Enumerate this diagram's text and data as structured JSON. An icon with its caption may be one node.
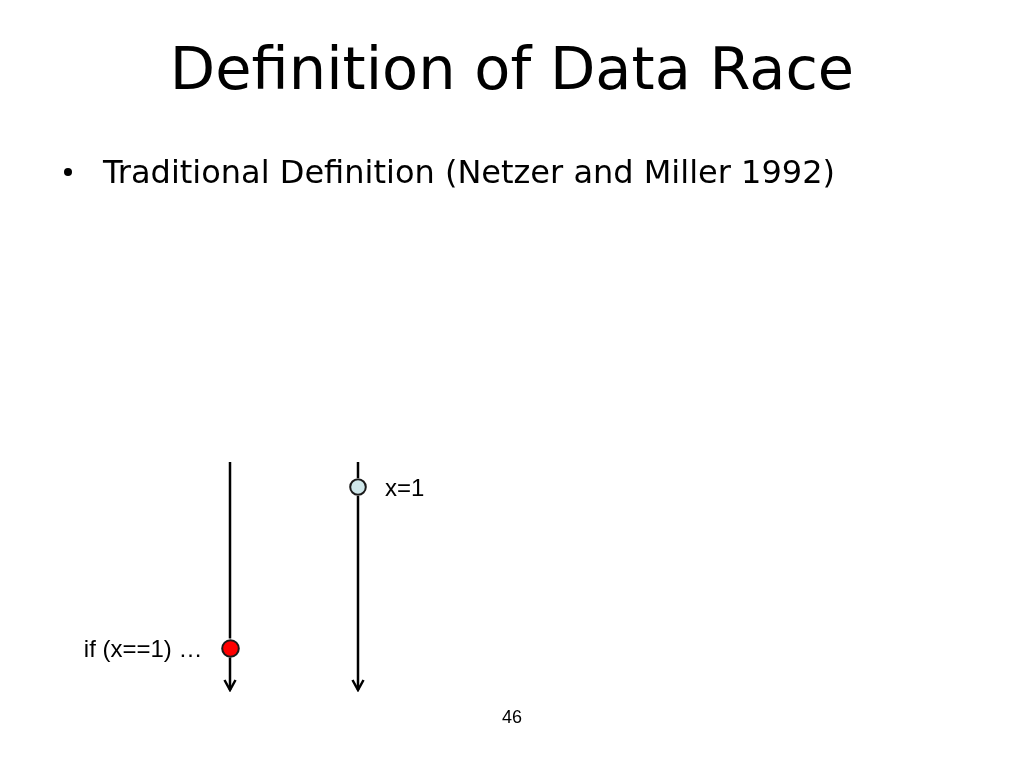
{
  "diagram": {
    "title": "Definition of Data Race",
    "nodes": [
      {
        "text": [],
        "shape": "circle",
        "beside": [
          "x=1"
        ]
      },
      {
        "text": [],
        "shape": "circle",
        "beside": [
          "if (x==1) …"
        ]
      }
    ],
    "edges": [
      {
        "from": null,
        "to": 0,
        "arrow": "none"
      },
      {
        "from": 0,
        "to": null,
        "arrow": "to"
      },
      {
        "from": null,
        "to": 1,
        "arrow": "none"
      },
      {
        "from": 1,
        "to": null,
        "arrow": "to"
      }
    ],
    "labels": [
      "Traditional Definition (Netzer and Miller 1992)",
      "46"
    ]
  }
}
